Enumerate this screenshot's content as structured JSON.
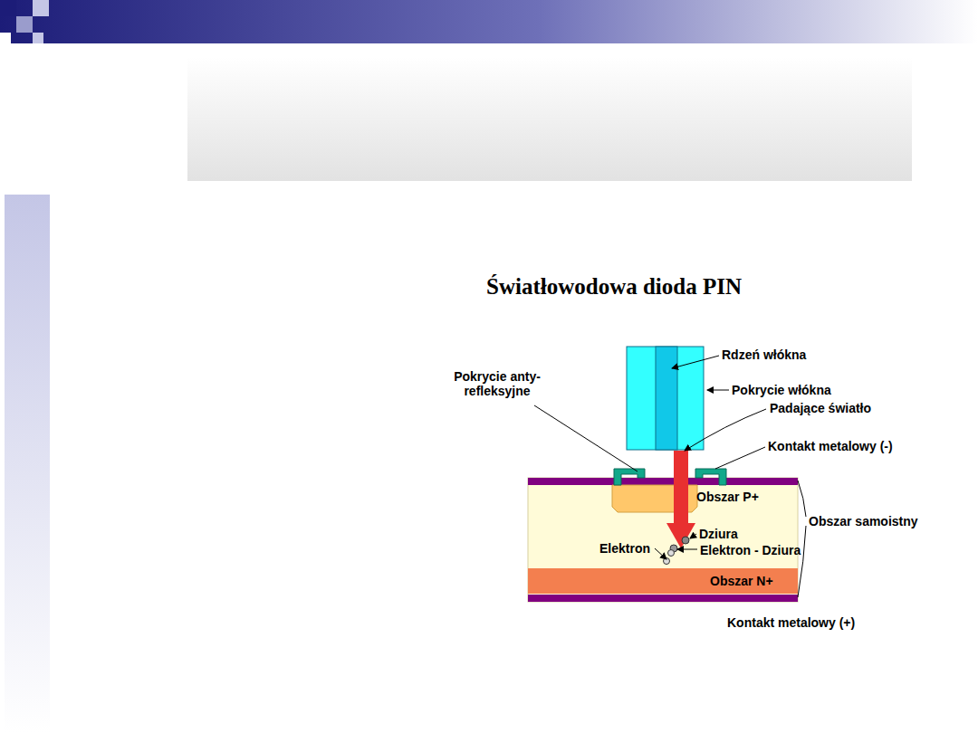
{
  "diagram": {
    "title": "Światłowodowa dioda PIN",
    "labels": [
      "Rdzeń włókna",
      "Pokrycie włókna",
      "Pokrycie anty- refleksyjne",
      "Padające światło",
      "Kontakt metalowy (-)",
      "Obszar P+",
      "Obszar samoistny",
      "Dziura",
      "Elektron",
      "Elektron - Dziura",
      "Obszar N+",
      "Kontakt metalowy (+)"
    ]
  }
}
